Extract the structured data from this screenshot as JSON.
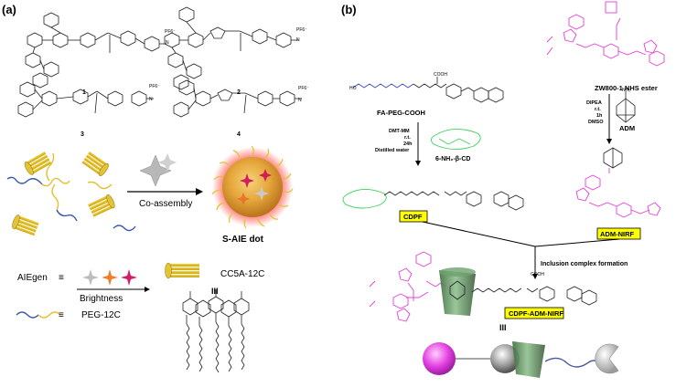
{
  "panel_a": {
    "label": "(a)",
    "compounds": [
      "1",
      "2",
      "3",
      "4"
    ],
    "counterion": "PF6⁻",
    "arrow_label": "Co-assembly",
    "dot_label": "S-AIE dot",
    "legend": {
      "aiegen": "AIEgen",
      "equiv": "≡",
      "brightness": "Brightness",
      "peg": "PEG-12C",
      "calixarene": "CC5A-12C"
    },
    "equals_symbol": "III"
  },
  "panel_b": {
    "label": "(b)",
    "fa_peg": "FA-PEG-COOH",
    "zw800": "ZW800-1 NHS ester",
    "conditions_left": [
      "DMT-MM",
      "r.t.",
      "24h",
      "Distilled water"
    ],
    "conditions_right": [
      "DIPEA",
      "r.t.",
      "1h",
      "DMSO"
    ],
    "cd": "6-NH₂-β-CD",
    "adm": "ADM",
    "cdpf": "CDPF",
    "adm_nirf": "ADM-NIRF",
    "inclusion": "Inclusion complex formation",
    "complex": "CDPF-ADM-NIRF",
    "equals_symbol": "III"
  }
}
